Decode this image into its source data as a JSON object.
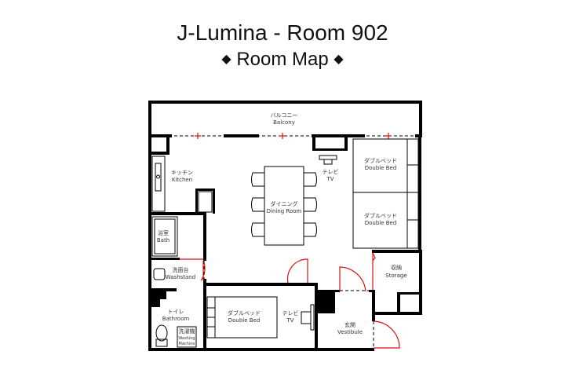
{
  "title": "J-Lumina - Room 902",
  "subtitle": "Room Map",
  "diamond_icon": "◆",
  "rooms": {
    "balcony": {
      "jp": "バルコニー",
      "en": "Balcony"
    },
    "kitchen": {
      "jp": "キッチン",
      "en": "Kitchen"
    },
    "dining": {
      "jp": "ダイニング",
      "en": "Dining Room"
    },
    "tv1": {
      "jp": "テレビ",
      "en": "TV"
    },
    "bed1": {
      "jp": "ダブルベッド",
      "en": "Double Bed"
    },
    "bed2": {
      "jp": "ダブルベッド",
      "en": "Double Bed"
    },
    "bath": {
      "jp": "浴室",
      "en": "Bath"
    },
    "washstand": {
      "jp": "洗面台",
      "en": "Washstand"
    },
    "storage": {
      "jp": "収納",
      "en": "Storage"
    },
    "toilet": {
      "jp": "トイレ",
      "en": "Bathroom"
    },
    "washing": {
      "jp": "洗濯機",
      "en1": "Washing",
      "en2": "Machine"
    },
    "bed3": {
      "jp": "ダブルベッド",
      "en": "Double Bed"
    },
    "tv2": {
      "jp": "テレビ",
      "en": "TV"
    },
    "vestibule": {
      "jp": "玄関",
      "en": "Vestibule"
    }
  },
  "colors": {
    "wall": "#000000",
    "door": "#dd1111"
  }
}
